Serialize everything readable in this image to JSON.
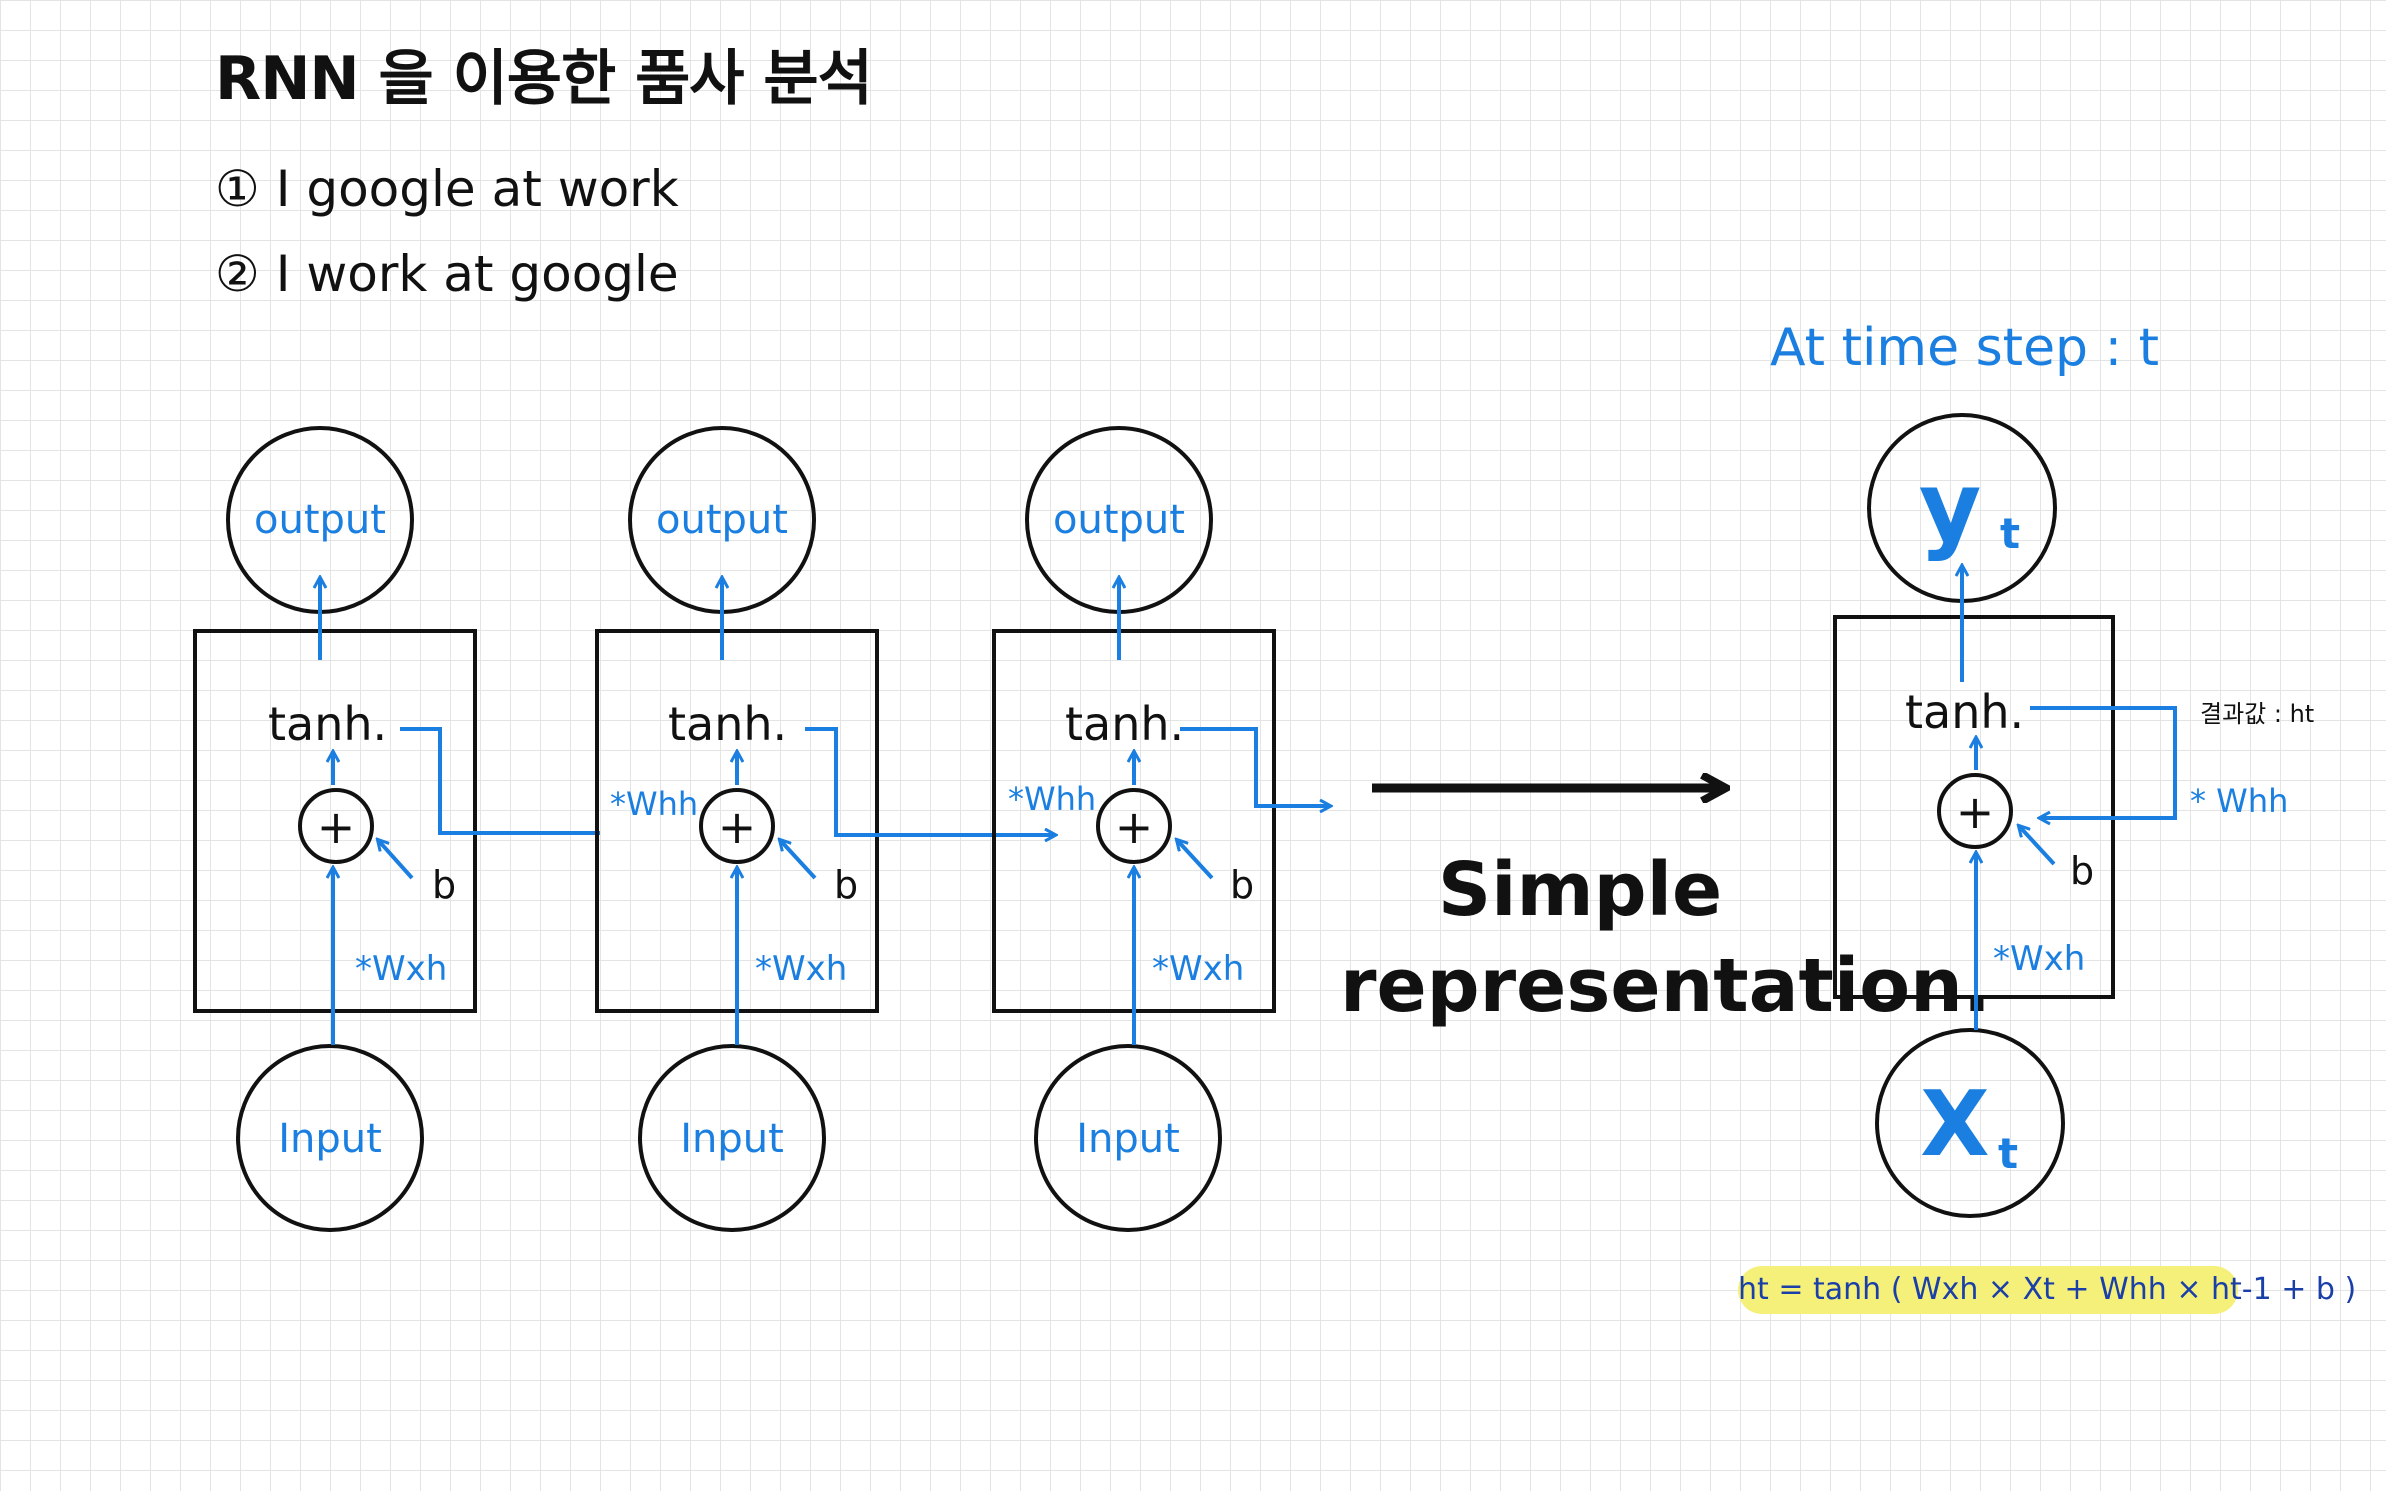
{
  "title": "RNN 을 이용한 품사 분석",
  "sentences": [
    "① I google at work",
    "② I work at google"
  ],
  "cells": [
    {
      "output_label": "output",
      "activation": "tanh.",
      "bias": "b",
      "input_weight": "*Wxh",
      "hidden_weight": "",
      "input_label": "Input"
    },
    {
      "output_label": "output",
      "activation": "tanh.",
      "bias": "b",
      "input_weight": "*Wxh",
      "hidden_weight": "*Whh",
      "input_label": "Input"
    },
    {
      "output_label": "output",
      "activation": "tanh.",
      "bias": "b",
      "input_weight": "*Wxh",
      "hidden_weight": "*Whh",
      "input_label": "Input"
    }
  ],
  "plus_symbol": "+",
  "simple_representation": "Simple representation.",
  "timestep_label": "At time step : t",
  "rnn_cell": {
    "output_label": "y",
    "output_sub": "t",
    "activation": "tanh.",
    "bias": "b",
    "input_weight": "*Wxh",
    "hidden_weight": "* Whh",
    "state_label": "결과값 : ht",
    "input_label": "X",
    "input_sub": "t"
  },
  "formula": "ht = tanh ( Wxh × Xt + Whh × ht-1 + b )",
  "colors": {
    "ink": "#111111",
    "blue": "#1a7fe0",
    "highlight": "#f5f07a",
    "grid": "#e4e4e4"
  }
}
